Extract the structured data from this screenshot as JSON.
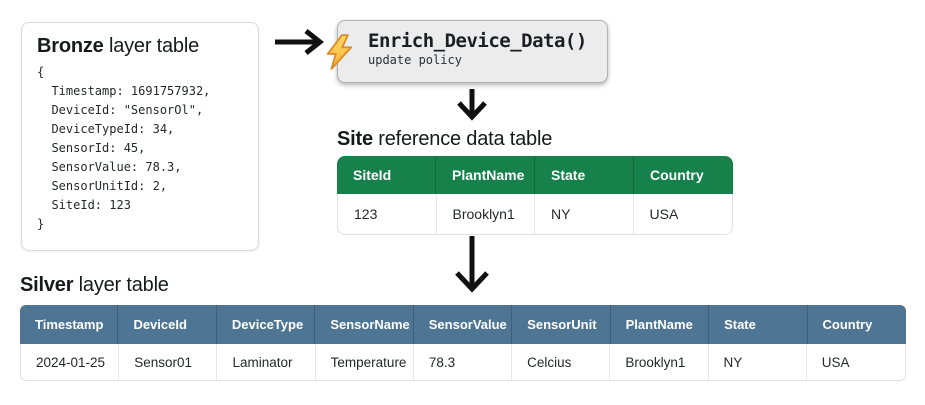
{
  "bronze_card": {
    "title_bold": "Bronze",
    "title_rest": " layer table",
    "code": "{\n  Timestamp: 1691757932,\n  DeviceId: \"SensorOl\",\n  DeviceTypeId: 34,\n  SensorId: 45,\n  SensorValue: 78.3,\n  SensorUnitId: 2,\n  SiteId: 123\n}"
  },
  "enrich_box": {
    "function_name": "Enrich_Device_Data()",
    "subtitle": "update policy",
    "icon": "lightning-bolt",
    "icon_color": "#FFC83D"
  },
  "site_table": {
    "title_bold": "Site",
    "title_rest": " reference data table",
    "header_color": "#17814B",
    "columns": [
      "SiteId",
      "PlantName",
      "State",
      "Country"
    ],
    "rows": [
      [
        "123",
        "Brooklyn1",
        "NY",
        "USA"
      ]
    ]
  },
  "silver_table": {
    "title_bold": "Silver",
    "title_rest": " layer table",
    "header_color": "#4E7594",
    "columns": [
      "Timestamp",
      "DeviceId",
      "DeviceType",
      "SensorName",
      "SensorValue",
      "SensorUnit",
      "PlantName",
      "State",
      "Country"
    ],
    "rows": [
      [
        "2024-01-25",
        "Sensor01",
        "Laminator",
        "Temperature",
        "78.3",
        "Celcius",
        "Brooklyn1",
        "NY",
        "USA"
      ]
    ]
  }
}
